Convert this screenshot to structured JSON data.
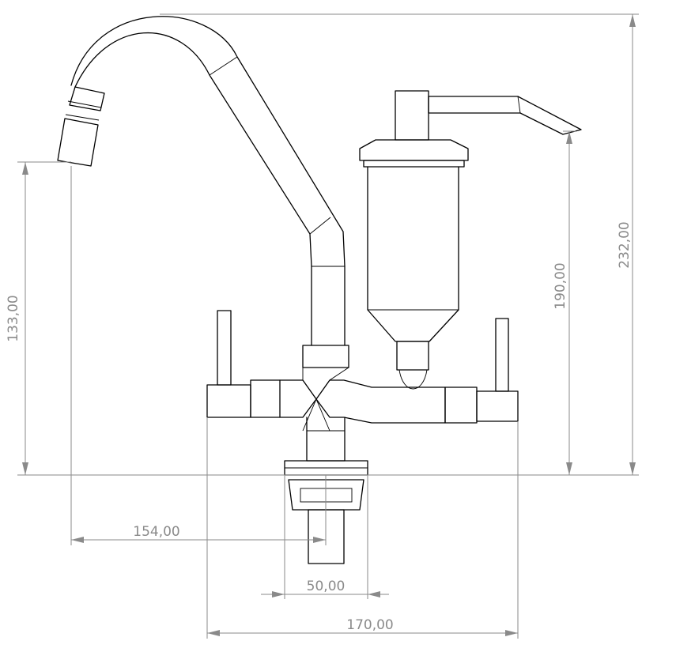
{
  "dimensions": {
    "spout_height": "133,00",
    "spout_reach": "154,00",
    "base_width": "50,00",
    "body_width": "170,00",
    "filter_outlet_height": "190,00",
    "overall_height": "232,00"
  },
  "colors": {
    "line": "#000000",
    "dimension": "#8a8a8a",
    "background": "#ffffff"
  }
}
